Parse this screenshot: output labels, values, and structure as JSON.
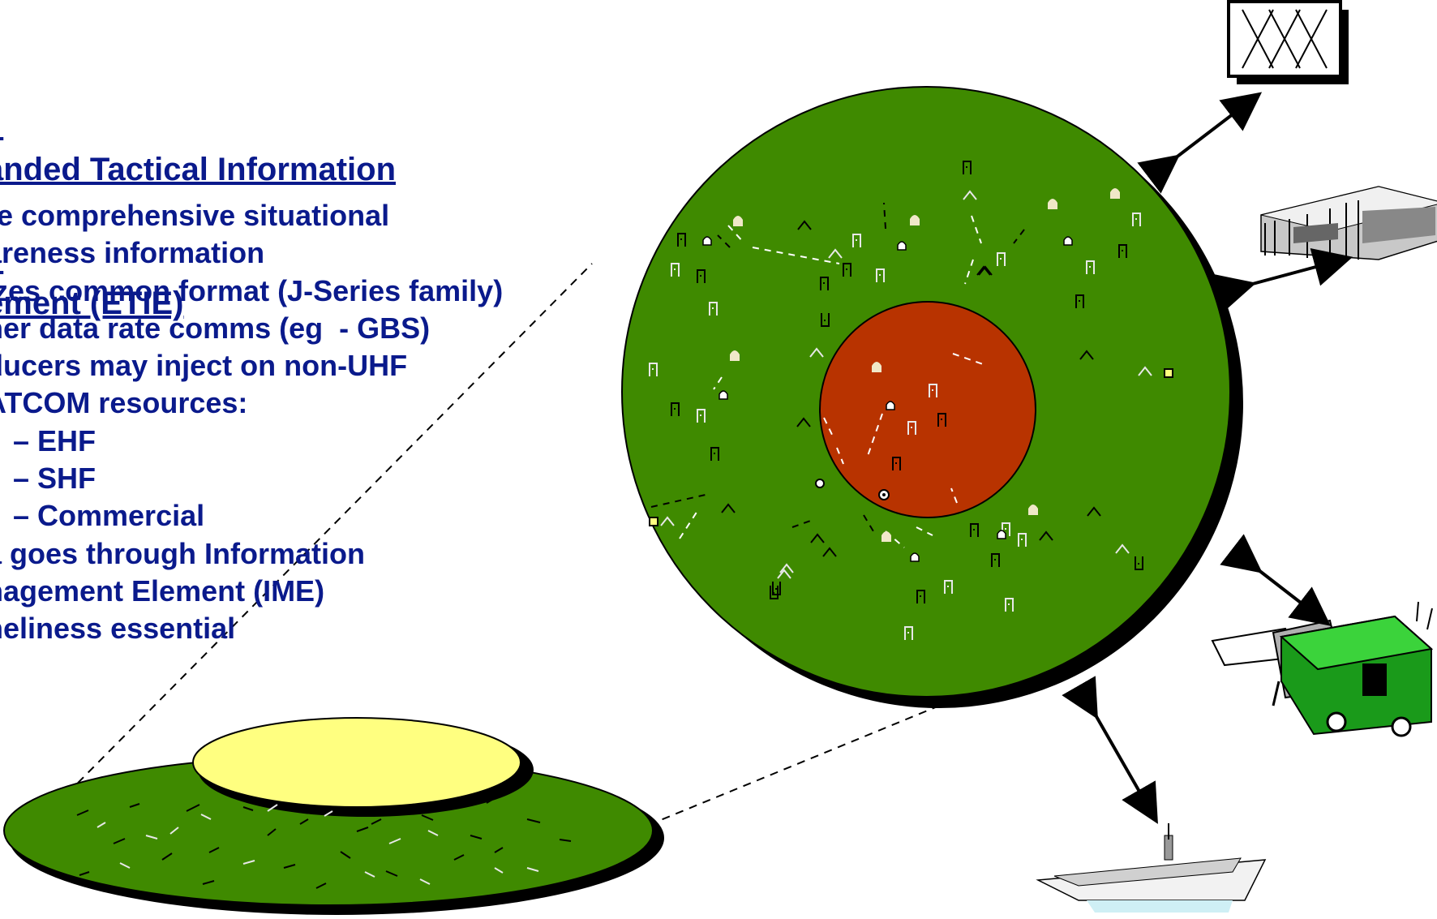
{
  "heading": {
    "line1": "anded Tactical Information",
    "line2": "ement (ETIE)"
  },
  "bullets": [
    {
      "text": "re comprehensive situational",
      "level": 0
    },
    {
      "text": "areness information",
      "level": 0
    },
    {
      "text": "izes common format (J-Series family)",
      "level": 0
    },
    {
      "text": "her data rate comms (eg  - GBS)",
      "level": 0
    },
    {
      "text": "ducers may inject on non-UHF",
      "level": 0
    },
    {
      "text": "ATCOM resources:",
      "level": 0
    },
    {
      "text": "– EHF",
      "level": 1
    },
    {
      "text": "– SHF",
      "level": 1
    },
    {
      "text": "– Commercial",
      "level": 1
    },
    {
      "text": "a goes through Information",
      "level": 0
    },
    {
      "text": "nagement Element (IME)",
      "level": 0
    },
    {
      "text": "neliness essential",
      "level": 0
    }
  ],
  "nodes": [
    {
      "name": "command-hq",
      "icon": "corps-hq-symbol-icon"
    },
    {
      "name": "building",
      "icon": "building-icon"
    },
    {
      "name": "shelter-truck",
      "icon": "truck-shelter-icon"
    },
    {
      "name": "carrier-ship",
      "icon": "aircraft-carrier-icon"
    }
  ],
  "colors": {
    "text": "#0a1a8c",
    "outer_disk": "#3f8a00",
    "inner_disk": "#b83300",
    "top_disk": "#ffff80",
    "shadow": "#000000"
  }
}
